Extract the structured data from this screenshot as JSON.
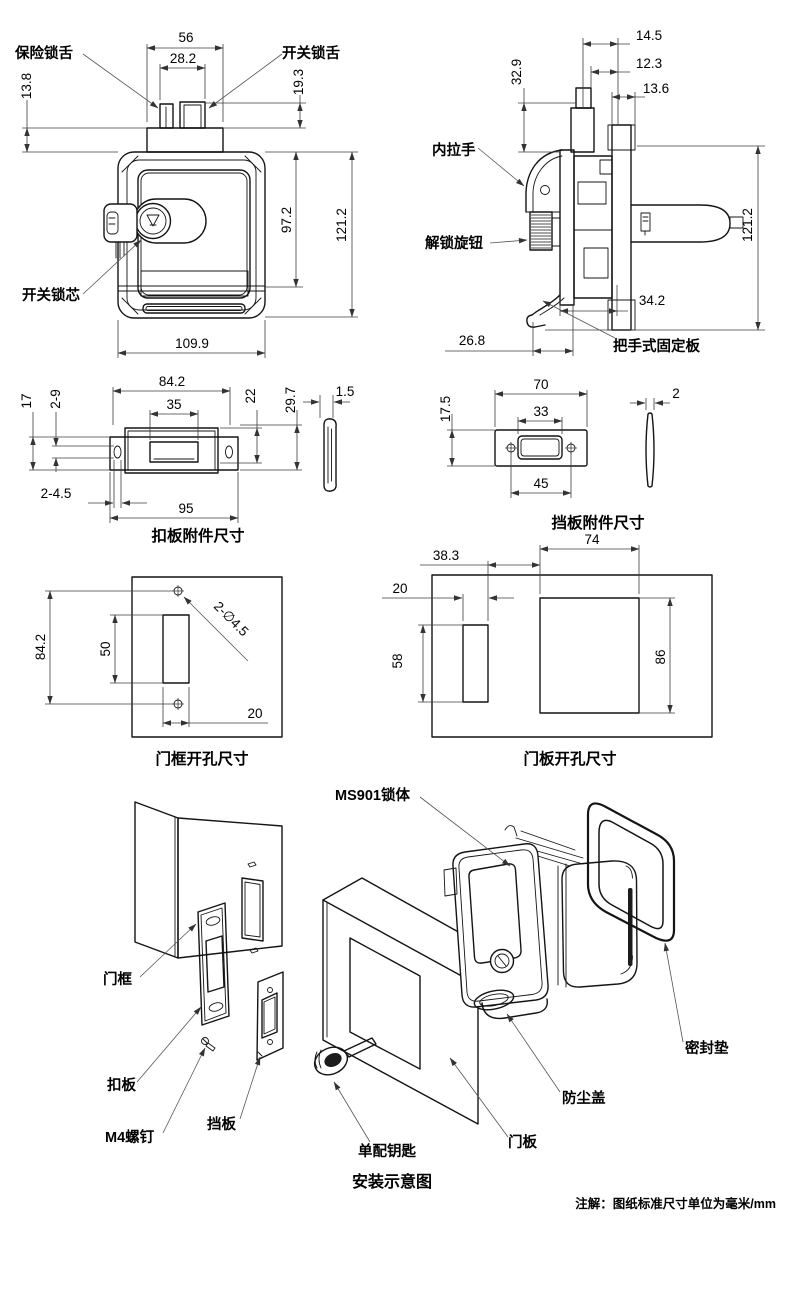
{
  "front_view": {
    "labels": {
      "safety_bolt": "保险锁舌",
      "switch_bolt": "开关锁舌",
      "switch_cylinder": "开关锁芯"
    },
    "dims": {
      "neck_width": "56",
      "bolt_span": "28.2",
      "left_step": "13.8",
      "bolt_height": "19.3",
      "body_height": "97.2",
      "total_height": "121.2",
      "total_width": "109.9"
    }
  },
  "side_view": {
    "labels": {
      "inner_handle": "内拉手",
      "unlock_knob": "解锁旋钮",
      "fixing_plate": "把手式固定板"
    },
    "dims": {
      "depth1": "14.5",
      "depth2": "12.3",
      "depth3": "13.6",
      "top_offset": "32.9",
      "total_height": "121.2",
      "lower_depth": "34.2",
      "foot_offset": "26.8"
    }
  },
  "buckle_view": {
    "title": "扣板附件尺寸",
    "dims": {
      "plate_width": "84.2",
      "window_width": "35",
      "ear_height": "17",
      "slot_height": "2-9",
      "plate_height": "22",
      "total_height": "29.7",
      "thickness": "1.5",
      "holes": "2-4.5",
      "total_width": "95"
    }
  },
  "baffle_view": {
    "title": "挡板附件尺寸",
    "dims": {
      "plate_width": "70",
      "window_width": "33",
      "plate_height": "17.5",
      "hole_span": "45",
      "thickness": "2"
    }
  },
  "frame_hole_view": {
    "title": "门框开孔尺寸",
    "dims": {
      "hole_span": "84.2",
      "slot_height": "50",
      "drill_holes": "2-∅4.5",
      "slot_width": "20"
    }
  },
  "panel_hole_view": {
    "title": "门板开孔尺寸",
    "dims": {
      "big_width": "74",
      "gap": "38.3",
      "small_width": "20",
      "small_height": "58",
      "big_height": "86"
    }
  },
  "install_view": {
    "title": "安装示意图",
    "labels": {
      "lock_body": "MS901锁体",
      "door_frame": "门框",
      "strike_plate": "扣板",
      "m4_screw": "M4螺钉",
      "baffle": "挡板",
      "key": "单配钥匙",
      "door_panel": "门板",
      "dust_cover": "防尘盖",
      "gasket": "密封垫"
    }
  },
  "note": "注解：图纸标准尺寸单位为毫米/mm"
}
